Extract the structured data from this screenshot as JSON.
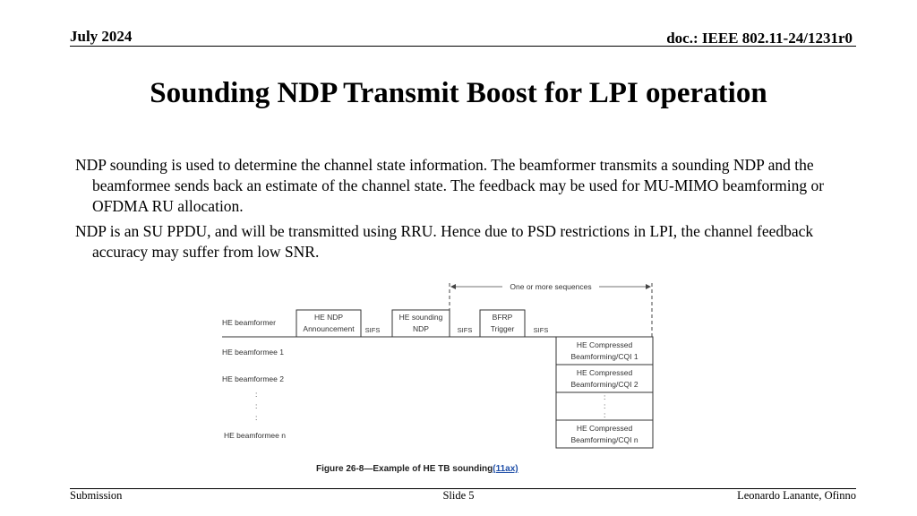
{
  "header": {
    "date": "July 2024",
    "doc": "doc.: IEEE 802.11-24/1231r0"
  },
  "title": "Sounding NDP Transmit Boost for LPI operation",
  "paragraphs": [
    "NDP sounding is used to determine the channel state information. The beamformer transmits a sounding NDP and the beamformee sends back an estimate of the channel state. The feedback may be used for MU-MIMO beamforming or OFDMA RU allocation.",
    "NDP is an SU PPDU, and will be transmitted using RRU. Hence due to PSD restrictions in LPI, the channel feedback accuracy may suffer from low SNR."
  ],
  "diagram": {
    "sequence_label": "One or more sequences",
    "rows": {
      "beamformer": "HE beamformer",
      "beamformee1": "HE beamformee 1",
      "beamformee2": "HE beamformee 2",
      "beamformee_n": "HE beamformee n"
    },
    "frames": {
      "ndpa": [
        "HE NDP",
        "Announcement"
      ],
      "ndp": [
        "HE sounding",
        "NDP"
      ],
      "bfrp": [
        "BFRP",
        "Trigger"
      ]
    },
    "sifs": "SIFS",
    "feedback": {
      "fb1": [
        "HE Compressed",
        "Beamforming/CQI 1"
      ],
      "fb2": [
        "HE Compressed",
        "Beamforming/CQI 2"
      ],
      "fbn": [
        "HE Compressed",
        "Beamforming/CQI n"
      ]
    },
    "dots": ":",
    "caption_main": "Figure 26-8—Example of HE TB sounding",
    "caption_link": "(11ax)",
    "colors": {
      "link": "#1f4fa8"
    }
  },
  "footer": {
    "left": "Submission",
    "center": "Slide 5",
    "right": "Leonardo Lanante, Ofinno"
  }
}
